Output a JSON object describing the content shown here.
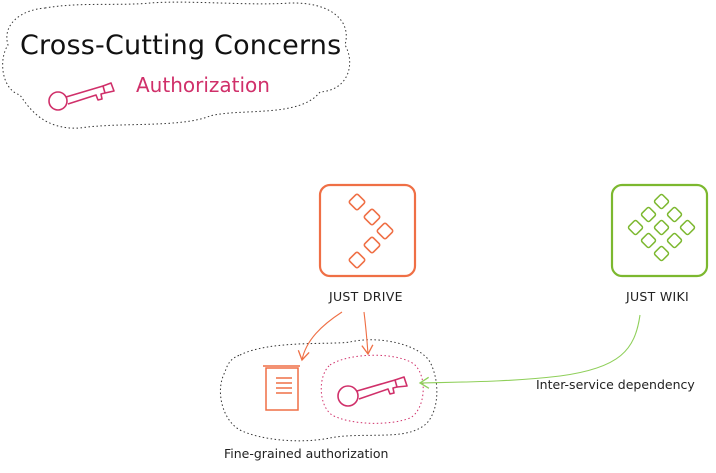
{
  "title": "Cross-Cutting Concerns",
  "subtitle": "Authorization",
  "nodes": {
    "drive": {
      "label": "JUST DRIVE",
      "color": "#ef6f45"
    },
    "wiki": {
      "label": "JUST WIKI",
      "color": "#7cb82f"
    }
  },
  "edges": {
    "wiki_to_auth": {
      "label": "Inter-service dependency",
      "color": "#8fcf5a"
    }
  },
  "groups": {
    "fine_grained": {
      "label": "Fine-grained authorization"
    }
  },
  "colors": {
    "accent": "#d0306a",
    "drive": "#ef6f45",
    "wiki": "#7cb82f",
    "outline": "#333333"
  },
  "icons": [
    "key-icon",
    "document-icon",
    "drive-logo-icon",
    "wiki-logo-icon"
  ]
}
